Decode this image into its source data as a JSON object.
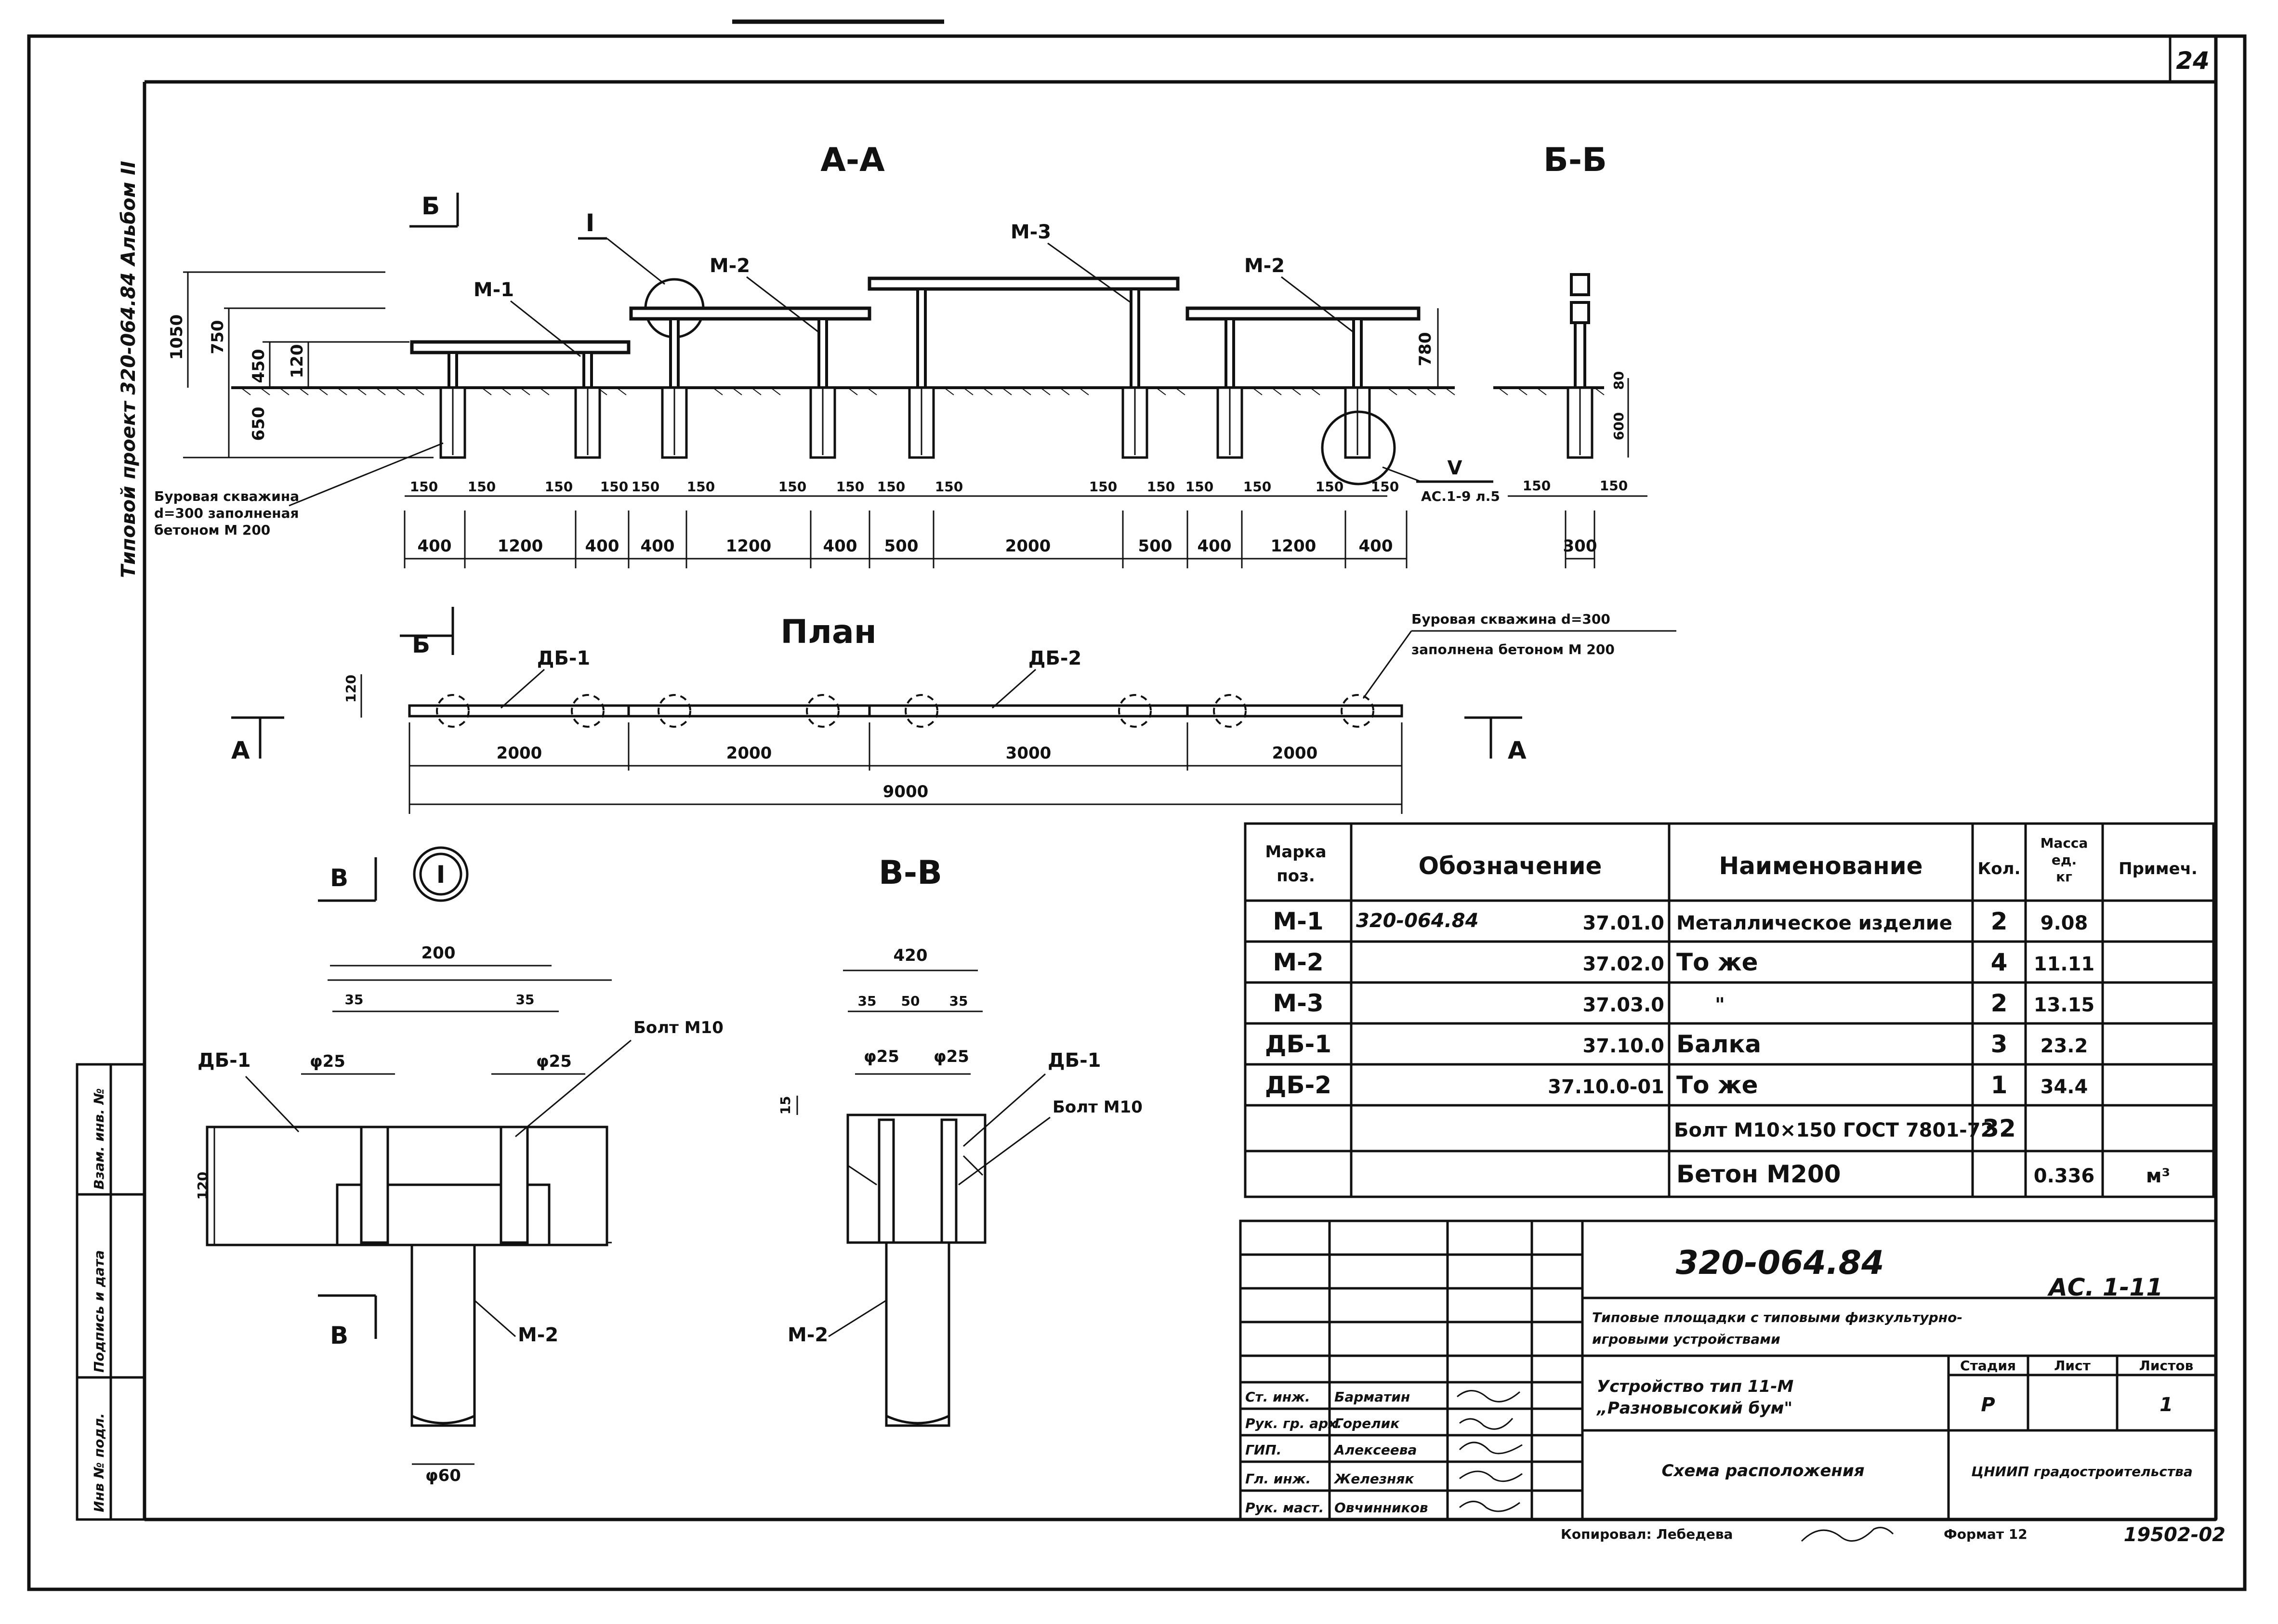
{
  "page_number": "24",
  "side_title": "Типовой проект 320-064.84 Альбом II",
  "side_stamp": {
    "inv_podl": "Инв № подл.",
    "podpis_data": "Подпись и дата",
    "vzam_inv": "Взам. инв. №"
  },
  "section_aa": {
    "title": "А-А",
    "callout_i": "I",
    "callout_v": "V",
    "ref_v": "АС.1-9 л.5",
    "section_b_mark": "Б",
    "marks": {
      "m1": "М-1",
      "m2a": "М-2",
      "m3": "М-3",
      "m2b": "М-2"
    },
    "heights": [
      "1050",
      "750",
      "450",
      "120",
      "650",
      "780"
    ],
    "note": [
      "Буровая скважина",
      "d=300 заполненая",
      "бетоном М 200"
    ],
    "small_dims": [
      "150",
      "150",
      "150",
      "150",
      "150",
      "150",
      "150",
      "150",
      "150",
      "150",
      "150",
      "150",
      "150",
      "150",
      "150",
      "150"
    ],
    "bottom_dims": [
      "400",
      "1200",
      "400",
      "400",
      "1200",
      "400",
      "500",
      "2000",
      "500",
      "400",
      "1200",
      "400"
    ]
  },
  "section_bb": {
    "title": "Б-Б",
    "dims": [
      "80",
      "600",
      "150",
      "150",
      "300"
    ]
  },
  "plan": {
    "title": "План",
    "section_a_left": "А",
    "section_a_right": "А",
    "section_b": "Б",
    "width_dim": "120",
    "labels": [
      "ДБ-1",
      "ДБ-2"
    ],
    "note": [
      "Буровая скважина d=300",
      "заполнена бетоном М 200"
    ],
    "dims": [
      "2000",
      "2000",
      "3000",
      "2000"
    ],
    "total": "9000"
  },
  "detail_i": {
    "callout": "I",
    "section_v_mark": "В",
    "dims": [
      "200",
      "35",
      "35",
      "120",
      "φ60"
    ],
    "d25": [
      "φ25",
      "φ25"
    ],
    "labels": {
      "db": "ДБ-1",
      "bolt": "Болт М10",
      "m2": "М-2"
    }
  },
  "section_vv": {
    "title": "В-В",
    "dims": [
      "420",
      "35",
      "50",
      "35",
      "15"
    ],
    "d25": [
      "φ25",
      "φ25"
    ],
    "labels": {
      "db": "ДБ-1",
      "bolt": "Болт М10",
      "m2": "М-2"
    }
  },
  "spec_table": {
    "headers": {
      "marka": [
        "Марка",
        "поз."
      ],
      "oboz": "Обозначение",
      "naim": "Наименование",
      "kol": "Кол.",
      "massa": [
        "Масса",
        "ед.",
        "кг"
      ],
      "prim": "Примеч."
    },
    "rows": [
      {
        "marka": "М-1",
        "doc": "320-064.84",
        "code": "37.01.0",
        "naim": "Металлическое изделие",
        "kol": "2",
        "massa": "9.08",
        "prim": ""
      },
      {
        "marka": "М-2",
        "doc": "",
        "code": "37.02.0",
        "naim": "То же",
        "kol": "4",
        "massa": "11.11",
        "prim": ""
      },
      {
        "marka": "М-3",
        "doc": "",
        "code": "37.03.0",
        "naim": "\"",
        "kol": "2",
        "massa": "13.15",
        "prim": ""
      },
      {
        "marka": "ДБ-1",
        "doc": "",
        "code": "37.10.0",
        "naim": "Балка",
        "kol": "3",
        "massa": "23.2",
        "prim": ""
      },
      {
        "marka": "ДБ-2",
        "doc": "",
        "code": "37.10.0-01",
        "naim": "То же",
        "kol": "1",
        "massa": "34.4",
        "prim": ""
      },
      {
        "marka": "",
        "doc": "",
        "code": "",
        "naim": "Болт М10×150 ГОСТ 7801-72",
        "kol": "32",
        "massa": "",
        "prim": ""
      },
      {
        "marka": "",
        "doc": "",
        "code": "",
        "naim": "Бетон М200",
        "kol": "",
        "massa": "0.336",
        "prim": "м³"
      }
    ]
  },
  "title_block": {
    "code": "320-064.84",
    "sheet_code": "АС. 1-11",
    "project_name": [
      "Типовые площадки с типовыми физкультурно-",
      "игровыми устройствами"
    ],
    "object_name": [
      "Устройство тип 11-М",
      "„Разновысокий бум\""
    ],
    "drawing_name": "Схема расположения",
    "org": "ЦНИИП градостроительства",
    "stage_hdr": "Стадия",
    "sheet_hdr": "Лист",
    "sheets_hdr": "Листов",
    "stage": "Р",
    "sheet": "",
    "sheets": "1",
    "signers": [
      {
        "role": "Ст. инж.",
        "name": "Барматин"
      },
      {
        "role": "Рук. гр. арх.",
        "name": "Горелик"
      },
      {
        "role": "ГИП.",
        "name": "Алексеева"
      },
      {
        "role": "Гл. инж.",
        "name": "Железняк"
      },
      {
        "role": "Рук. маст.",
        "name": "Овчинников"
      }
    ]
  },
  "footer": {
    "copied": "Копировал: Лебедева",
    "format": "Формат 12",
    "number": "19502-02"
  }
}
